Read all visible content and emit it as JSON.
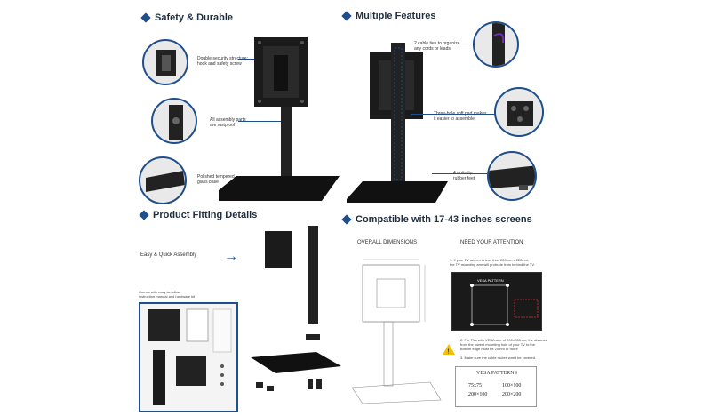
{
  "sections": {
    "safety": "Safety & Durable",
    "features": "Multiple Features",
    "fitting": "Product Fitting Details",
    "compatible": "Compatible with 17-43 inches screens"
  },
  "safety_callouts": {
    "structure_l1": "Double-security structure:",
    "structure_l2": "hook and safety screw",
    "parts_l1": "All assembly parts",
    "parts_l2": "are rustproof",
    "glass_l1": "Polished tempered",
    "glass_l2": "glass base"
  },
  "feature_callouts": {
    "ties_l1": "2 cable ties to organize",
    "ties_l2": "any cords or leads",
    "pad_l1": "Three-hole soft pad makes",
    "pad_l2": "it easier to assemble",
    "feet_l1": "4 anti-slip",
    "feet_l2": "rubber feet"
  },
  "fitting": {
    "easy": "Easy & Quick Assembly",
    "comes_l1": "Comes with easy-to-follow",
    "comes_l2": "instruction manual and hardware kit"
  },
  "compat": {
    "overall": "OVERALL DIMENSIONS",
    "attention": "NEED YOUR ATTENTION",
    "note1_l1": "1. If your TV screen is less than 220mm x 220mm,",
    "note1_l2": "the TV mounting arm will protrude from behind the TV.",
    "vesa_label": "VESA PATTERN",
    "note2_l1": "2. For TVs with VESA size of 200x200mm, the distance",
    "note2_l2": "from the lowest mounting hole of your TV to the",
    "note2_l3": "bottom edge must be 20mm or more",
    "note3": "3. Make sure the cable routes won't be covered.",
    "vesa_title": "VESA PATTERNS",
    "vesa_rows": [
      [
        "75x75",
        "100×100"
      ],
      [
        "200×100",
        "200×200"
      ]
    ]
  }
}
